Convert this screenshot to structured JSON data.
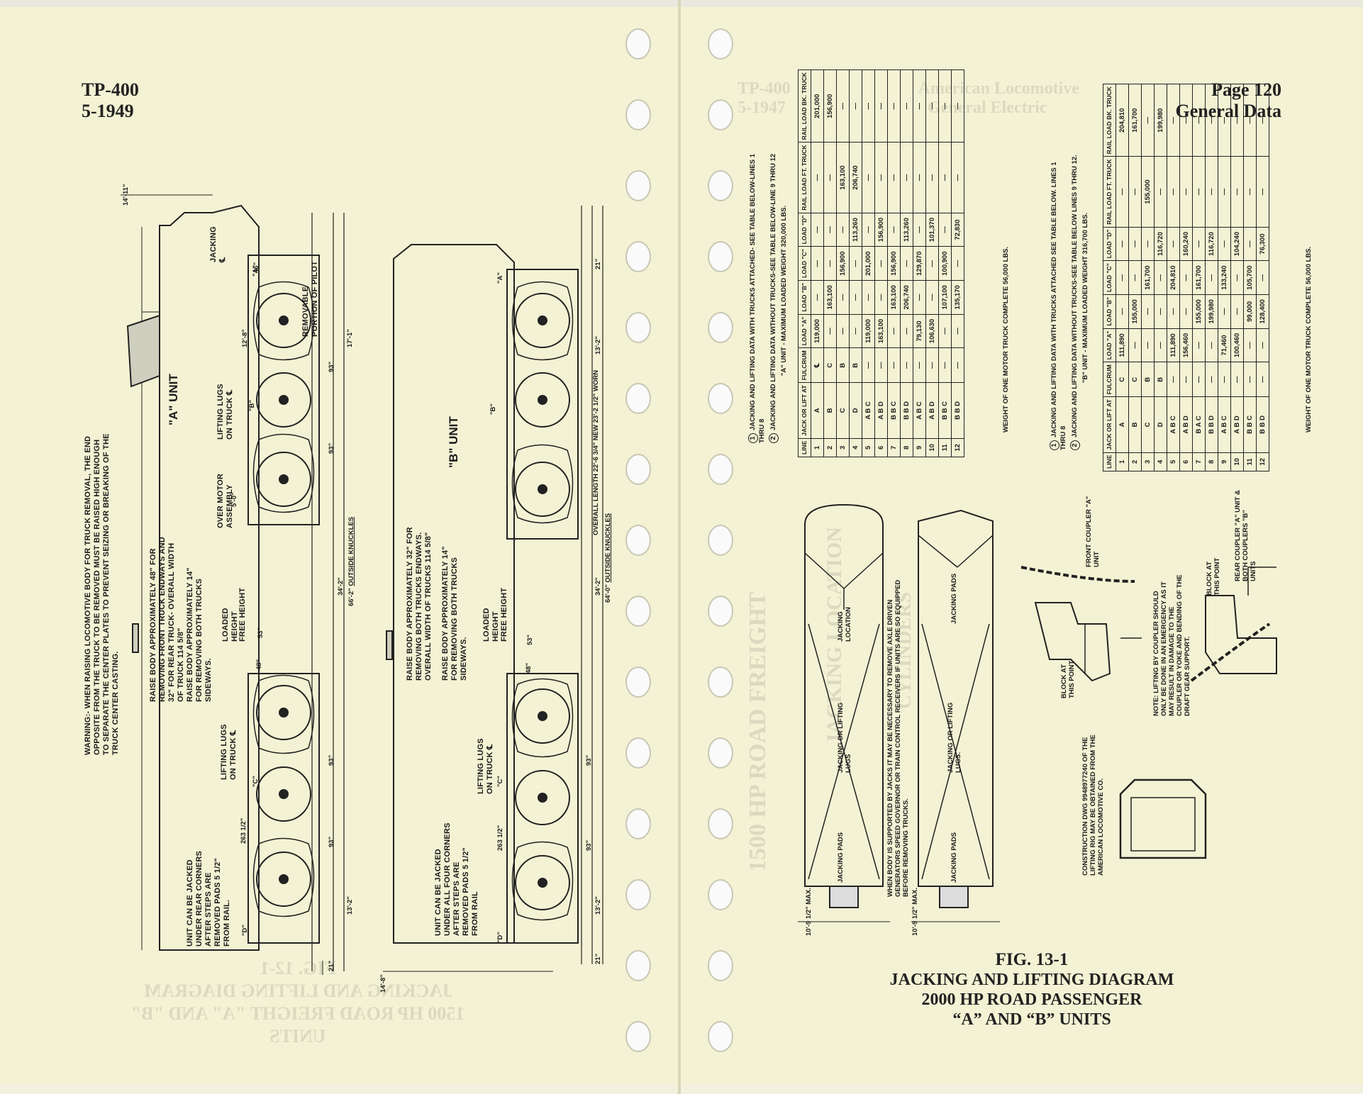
{
  "left_page": {
    "doc_id": "TP-400",
    "date": "5-1949",
    "warning": "WARNING:- WHEN RAISING LOCOMOTIVE BODY FOR TRUCK REMOVAL, THE END OPPOSITE FROM THE TRUCK TO BE REMOVED MUST BE RAISED HIGH ENOUGH TO SEPARATE THE CENTER PLATES TO PREVENT SEIZING OR BREAKING OF THE TRUCK CENTER CASTING.",
    "a_unit": {
      "label": "\"A\" UNIT",
      "raise_endways": "RAISE BODY APPROXIMATELY 48\" FOR REMOVING FRONT TRUCK ENDWAYS AND 32\" FOR REAR TRUCK- OVERALL WIDTH OF TRUCK 114 5/8\"",
      "raise_sideways": "RAISE BODY APPROXIMATELY 14\" FOR REMOVING BOTH TRUCKS SIDEWAYS.",
      "jacked_note": "UNIT CAN BE JACKED UNDER REAR CORNERS AFTER STEPS ARE REMOVED PADS 5 1/2\" FROM RAIL.",
      "lifting_lugs_c": "LIFTING LUGS ON TRUCK ℄",
      "lifting_lugs_b": "LIFTING LUGS ON TRUCK ℄",
      "over_motor": "OVER MOTOR ASSEMBLY",
      "jacking_cl": "JACKING ℄",
      "removable_pilot": "REMOVABLE PORTION OF PILOT",
      "loaded_height": "LOADED HEIGHT",
      "free_height": "FREE HEIGHT",
      "dim_93": "93\"",
      "dim_263": "263 1/2\"",
      "dim_13_2": "13'-2\"",
      "dim_17_1": "17'-1\"",
      "dim_34_2": "34'-2\"",
      "dim_66_2": "66'-2\"",
      "outside_knuckles": "OUTSIDE KNUCKLES",
      "dim_14_11": "14'-11\"",
      "dim_12_8": "12'-8\"",
      "dim_5_0": "5'-0\"",
      "dim_53": "53\"",
      "dim_48": "48\"",
      "dim_46": "46\"",
      "dim_21": "21\"",
      "pts": [
        "\"A\"",
        "\"B\"",
        "\"C\"",
        "\"D\""
      ]
    },
    "b_unit": {
      "label": "\"B\" UNIT",
      "raise_endways": "RAISE BODY APPROXIMATELY 32\" FOR REMOVING BOTH TRUCKS ENDWAYS. OVERALL WIDTH OF TRUCKS 114 5/8\"",
      "raise_sideways": "RAISE BODY APPROXIMATELY 14\" FOR REMOVING BOTH TRUCKS SIDEWAYS.",
      "jacked_note": "UNIT CAN BE JACKED UNDER ALL FOUR CORNERS AFTER STEPS ARE REMOVED PADS 5 1/2\" FROM RAIL",
      "lifting_lugs": "LIFTING LUGS ON TRUCK ℄",
      "overall_length": "OVERALL LENGTH 22'-6 3/4\" NEW 23'-2 1/2\" WORN",
      "dim_64_0": "64'-0\"",
      "dim_14_8": "14'-8\"",
      "pts": [
        "\"A\"",
        "\"B\"",
        "\"C\"",
        "\"D\""
      ]
    },
    "ghost_caption": [
      "FIG. 12-1",
      "JACKING AND LIFTING DIAGRAM",
      "1500 HP ROAD FREIGHT \"A\" AND \"B\" UNITS"
    ]
  },
  "right_page": {
    "page_no": "Page 120",
    "section": "General Data",
    "ghost_header": [
      "TP-400",
      "5-1947",
      "American Locomotive",
      "General Electric"
    ],
    "jack_diagram": {
      "jacking_location": "JACKING LOCATION",
      "jacking_lugs_a": "JACKING OR LIFTING LUGS",
      "jacking_pads_a": "JACKING PADS",
      "jacking_pads_b": "JACKING PADS",
      "jacking_lugs_b": "JACKING OR LIFTING LUGS.",
      "dim_a": "10'-9 1/2\" MAX.",
      "dim_b": "10'-9 1/2\" MAX.",
      "body_note": "WHEN BODY IS SUPPORTED BY JACKS IT MAY BE NECESSARY TO REMOVE AXLE DRIVEN GENERATORS SPEED GOVERNOR OR TRAIN CONTROL RECEIVERS IF UNITS ARE SO EQUIPPED BEFORE REMOVING TRUCKS."
    },
    "table_a": {
      "note1": "JACKING AND LIFTING DATA WITH TRUCKS ATTACHED- SEE TABLE BELOW-LINES 1 THRU 8",
      "note2": "JACKING AND LIFTING DATA WITHOUT TRUCKS-SEE TABLE BELOW-LINE 9 THRU 12",
      "title": "\"A\" UNIT - MAXIMUM LOADED WEIGHT 320,000 LBS.",
      "headers": [
        "LINE",
        "JACK OR LIFT AT",
        "FULCRUM",
        "LOAD \"A\"",
        "LOAD \"B\"",
        "LOAD \"C\"",
        "LOAD \"D\"",
        "RAIL LOAD FT. TRUCK",
        "RAIL LOAD BK. TRUCK"
      ],
      "rows": [
        [
          "1",
          "A",
          "℄",
          "119,000",
          "—",
          "—",
          "—",
          "—",
          "201,000"
        ],
        [
          "2",
          "B",
          "C",
          "—",
          "163,100",
          "—",
          "—",
          "—",
          "156,900"
        ],
        [
          "3",
          "C",
          "B",
          "—",
          "—",
          "156,900",
          "—",
          "163,100",
          "—"
        ],
        [
          "4",
          "D",
          "B",
          "—",
          "—",
          "—",
          "113,260",
          "206,740",
          "—"
        ],
        [
          "5",
          "A B C",
          "—",
          "119,000",
          "—",
          "201,000",
          "—",
          "—",
          "—"
        ],
        [
          "6",
          "A B D",
          "—",
          "163,100",
          "—",
          "—",
          "156,900",
          "—",
          "—"
        ],
        [
          "7",
          "B B C",
          "—",
          "—",
          "163,100",
          "156,900",
          "—",
          "—",
          "—"
        ],
        [
          "8",
          "B B D",
          "—",
          "—",
          "206,740",
          "—",
          "113,260",
          "—",
          "—"
        ],
        [
          "9",
          "A B C",
          "—",
          "79,130",
          "—",
          "129,870",
          "—",
          "—",
          "—"
        ],
        [
          "10",
          "A B D",
          "—",
          "106,630",
          "—",
          "—",
          "101,370",
          "—",
          "—"
        ],
        [
          "11",
          "B B C",
          "—",
          "—",
          "107,100",
          "100,900",
          "—",
          "—",
          "—"
        ],
        [
          "12",
          "B B D",
          "—",
          "—",
          "135,170",
          "—",
          "72,830",
          "—",
          "—"
        ]
      ],
      "footnote": "WEIGHT OF ONE MOTOR TRUCK COMPLETE 56,000 LBS."
    },
    "table_b": {
      "note1": "JACKING AND LIFTING DATA WITH TRUCKS ATTACHED SEE TABLE BELOW. LINES 1 THRU 8",
      "note2": "JACKING AND LIFTING DATA WITHOUT TRUCKS-SEE TABLE BELOW LINES 9 THRU 12.",
      "title": "\"B\" UNIT - MAXIMUM LOADED WEIGHT 316,700 LBS.",
      "headers": [
        "LINE",
        "JACK OR LIFT AT",
        "FULCRUM",
        "LOAD \"A\"",
        "LOAD \"B\"",
        "LOAD \"C\"",
        "LOAD \"D\"",
        "RAIL LOAD FT. TRUCK",
        "RAIL LOAD BK. TRUCK"
      ],
      "rows": [
        [
          "1",
          "A",
          "C",
          "111,890",
          "—",
          "—",
          "—",
          "—",
          "204,810"
        ],
        [
          "2",
          "B",
          "C",
          "—",
          "155,000",
          "—",
          "—",
          "—",
          "161,700"
        ],
        [
          "3",
          "C",
          "B",
          "—",
          "—",
          "161,700",
          "—",
          "155,000",
          "—"
        ],
        [
          "4",
          "D",
          "B",
          "—",
          "—",
          "—",
          "116,720",
          "—",
          "199,980"
        ],
        [
          "5",
          "A B C",
          "—",
          "111,890",
          "—",
          "204,810",
          "—",
          "—",
          "—"
        ],
        [
          "6",
          "A B D",
          "—",
          "156,460",
          "—",
          "—",
          "160,240",
          "—",
          "—"
        ],
        [
          "7",
          "B A C",
          "—",
          "—",
          "155,000",
          "161,700",
          "—",
          "—",
          "—"
        ],
        [
          "8",
          "B B D",
          "—",
          "—",
          "199,980",
          "—",
          "116,720",
          "—",
          "—"
        ],
        [
          "9",
          "A B C",
          "—",
          "71,460",
          "—",
          "133,240",
          "—",
          "—",
          "—"
        ],
        [
          "10",
          "A B D",
          "—",
          "100,460",
          "—",
          "—",
          "104,240",
          "—",
          "—"
        ],
        [
          "11",
          "B B C",
          "—",
          "—",
          "99,000",
          "105,700",
          "—",
          "—",
          "—"
        ],
        [
          "12",
          "B B D",
          "—",
          "—",
          "128,400",
          "—",
          "76,300",
          "—",
          "—"
        ]
      ],
      "footnote": "WEIGHT OF ONE MOTOR TRUCK COMPLETE 56,000 LBS."
    },
    "coupler": {
      "front_coupler": "FRONT COUPLER \"A\" UNIT",
      "rear_coupler": "REAR COUPLER \"A\" UNIT & BOTH COUPLERS \"B\" UNITS",
      "block_point_1": "BLOCK AT THIS POINT",
      "block_point_2": "BLOCK AT THIS POINT",
      "note": "NOTE: LIFTING BY COUPLER SHOULD ONLY BE DONE IN AN EMERGENCY AS IT MAY RESULT IN DAMAGE TO THE COUPLER OR YOKE AND BENDING OF THE DRAFT GEAR SUPPORT.",
      "construction": "CONSTRUCTION DWG 9948977240 OF THE LIFTING RIG MAY BE OBTAINED FROM THE AMERICAN LOCOMOTIVE CO."
    },
    "figure": {
      "number": "FIG. 13-1",
      "line1": "JACKING AND LIFTING DIAGRAM",
      "line2": "2000 HP ROAD PASSENGER",
      "line3": "“A” AND “B” UNITS"
    },
    "ghost_rot": [
      "1500 HP ROAD FREIGHT",
      "JACKING LOCATION",
      "CYLINDERS"
    ]
  }
}
